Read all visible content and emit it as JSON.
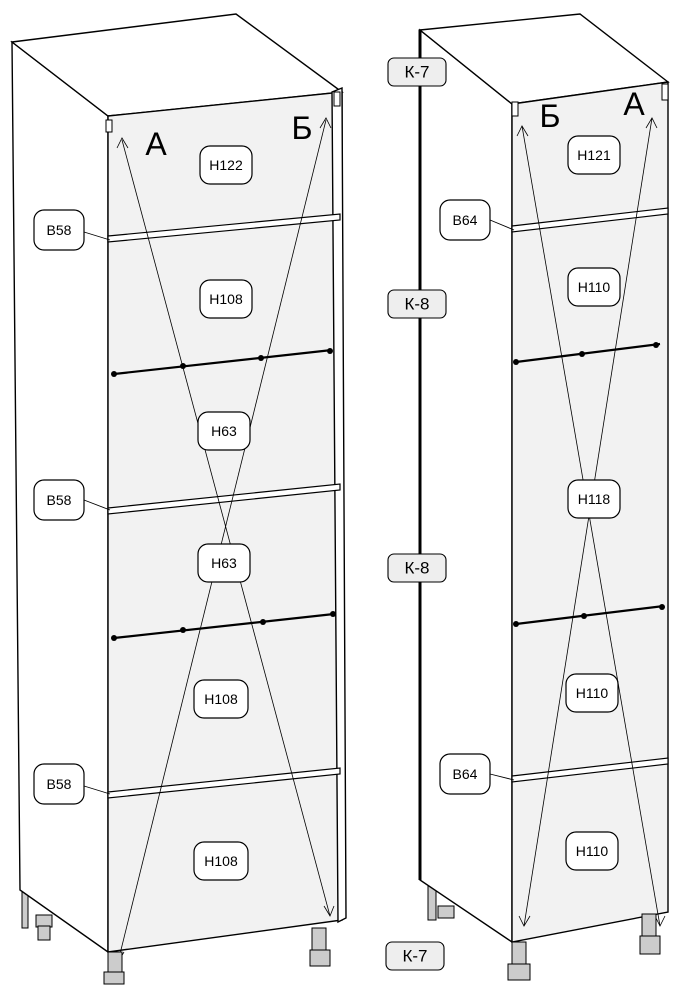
{
  "left_cabinet": {
    "corner_a": "А",
    "corner_b": "Б",
    "labels": {
      "h_top": "H122",
      "h_upper": "H108",
      "h_mid_upper": "H63",
      "h_mid_lower": "H63",
      "h_lower": "H108",
      "h_bottom": "H108",
      "b_upper": "B58",
      "b_middle": "B58",
      "b_lower": "B58"
    }
  },
  "right_cabinet": {
    "corner_a": "А",
    "corner_b": "Б",
    "labels": {
      "h_top": "H121",
      "h_upper": "H110",
      "h_middle": "H118",
      "h_lower": "H110",
      "h_bottom": "H110",
      "b_upper": "B64",
      "b_lower": "B64"
    }
  },
  "k_tags": {
    "top": "К-7",
    "upper_mid": "К-8",
    "lower_mid": "К-8",
    "bottom": "К-7"
  }
}
